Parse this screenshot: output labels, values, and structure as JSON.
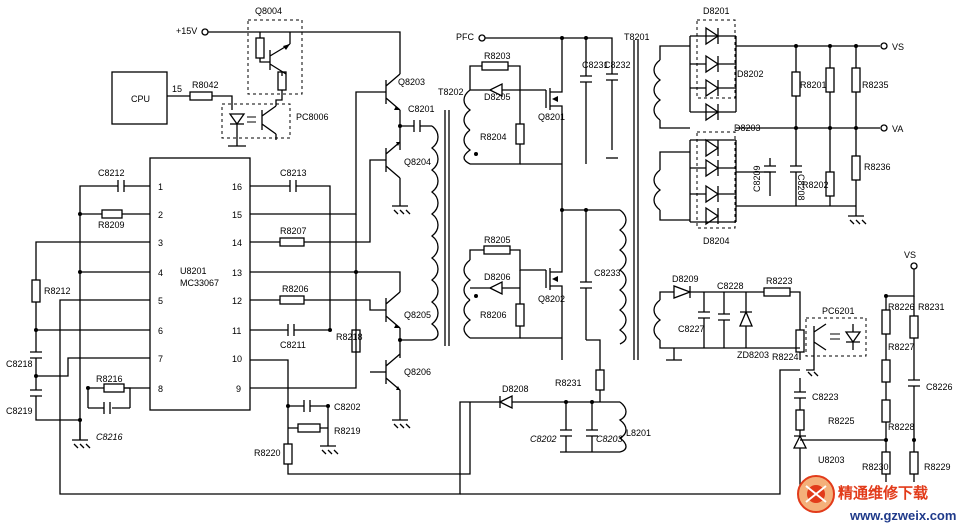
{
  "labels": {
    "q8004": "Q8004",
    "v15": "+15V",
    "cpu": "CPU",
    "pin15": "15",
    "r8042": "R8042",
    "pc8006": "PC8006",
    "c8212": "C8212",
    "r8209": "R8209",
    "r8212": "R8212",
    "c8218": "C8218",
    "c8219": "C8219",
    "r8216": "R8216",
    "c8216": "C8216",
    "ic_name": "U8201",
    "ic_part": "MC33067",
    "c8213": "C8213",
    "r8207": "R8207",
    "r8206": "R8206",
    "c8211": "C8211",
    "r8218": "R8218",
    "c8202": "C8202",
    "r8219": "R8219",
    "r8220": "R8220",
    "q8203": "Q8203",
    "c8201": "C8201",
    "q8204": "Q8204",
    "t8202": "T8202",
    "q8205": "Q8205",
    "q8206": "Q8206",
    "pfc": "PFC",
    "r8203": "R8203",
    "d8205": "D8205",
    "r8204": "R8204",
    "q8201": "Q8201",
    "c8231": "C8231",
    "c8232": "C8232",
    "t8201": "T8201",
    "r8205": "R8205",
    "d8206": "D8206",
    "r8206b": "R8206",
    "q8202": "Q8202",
    "c8233": "C8233",
    "d8208": "D8208",
    "r8231": "R8231",
    "c8202b": "C8202",
    "c8203": "C8203",
    "l8201": "L8201",
    "d8201": "D8201",
    "d8202": "D8202",
    "d8203": "D8203",
    "d8204": "D8204",
    "r8201": "R8201",
    "r8235": "R8235",
    "vs": "VS",
    "va": "VA",
    "c8209": "C8209",
    "c8208": "C8208",
    "r8202": "R8202",
    "r8236": "R8236",
    "d8209": "D8209",
    "c8228": "C8228",
    "r8223": "R8223",
    "c8227": "C8227",
    "zd8203": "ZD8203",
    "pc6201": "PC6201",
    "r8224": "R8224",
    "c8223": "C8223",
    "r8225": "R8225",
    "u8203": "U8203",
    "r8230": "R8230",
    "r8229": "R8229",
    "vs2": "VS",
    "r8226": "R8226",
    "r8231b": "R8231",
    "r8227": "R8227",
    "c8226": "C8226",
    "r8228": "R8228"
  },
  "ic_pins_left": [
    "1",
    "2",
    "3",
    "4",
    "5",
    "6",
    "7",
    "8"
  ],
  "ic_pins_right": [
    "16",
    "15",
    "14",
    "13",
    "12",
    "11",
    "10",
    "9"
  ],
  "watermark": {
    "text": "精通维修下载",
    "url": "www.gzweix.com"
  }
}
